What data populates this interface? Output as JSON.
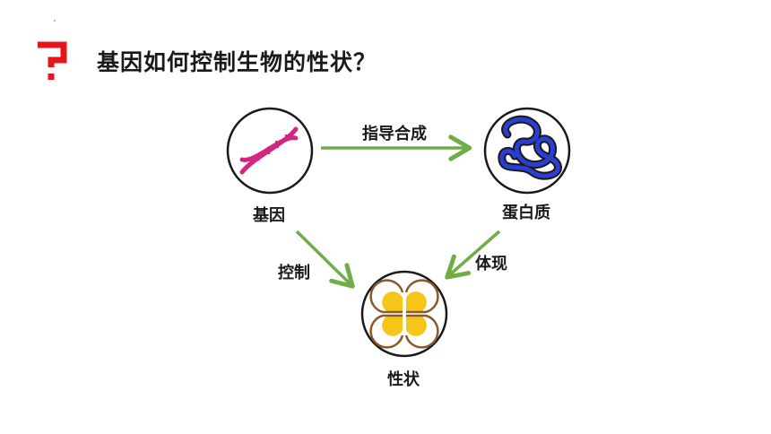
{
  "title": "基因如何控制生物的性状？",
  "nodes": {
    "gene": {
      "label": "基因",
      "icon": "dna-icon",
      "color": "#d4267e"
    },
    "protein": {
      "label": "蛋白质",
      "icon": "protein-structure-icon",
      "color": "#2a3fd1"
    },
    "trait": {
      "label": "性状",
      "icon": "four-leaf-clover-icon",
      "color": "#f5c518"
    }
  },
  "edges": {
    "gene_to_protein": "指导合成",
    "gene_to_trait": "控制",
    "protein_to_trait": "体现"
  },
  "colors": {
    "arrow": "#70ad47",
    "accent": "#e8141c",
    "outline": "#1a1a1a"
  }
}
